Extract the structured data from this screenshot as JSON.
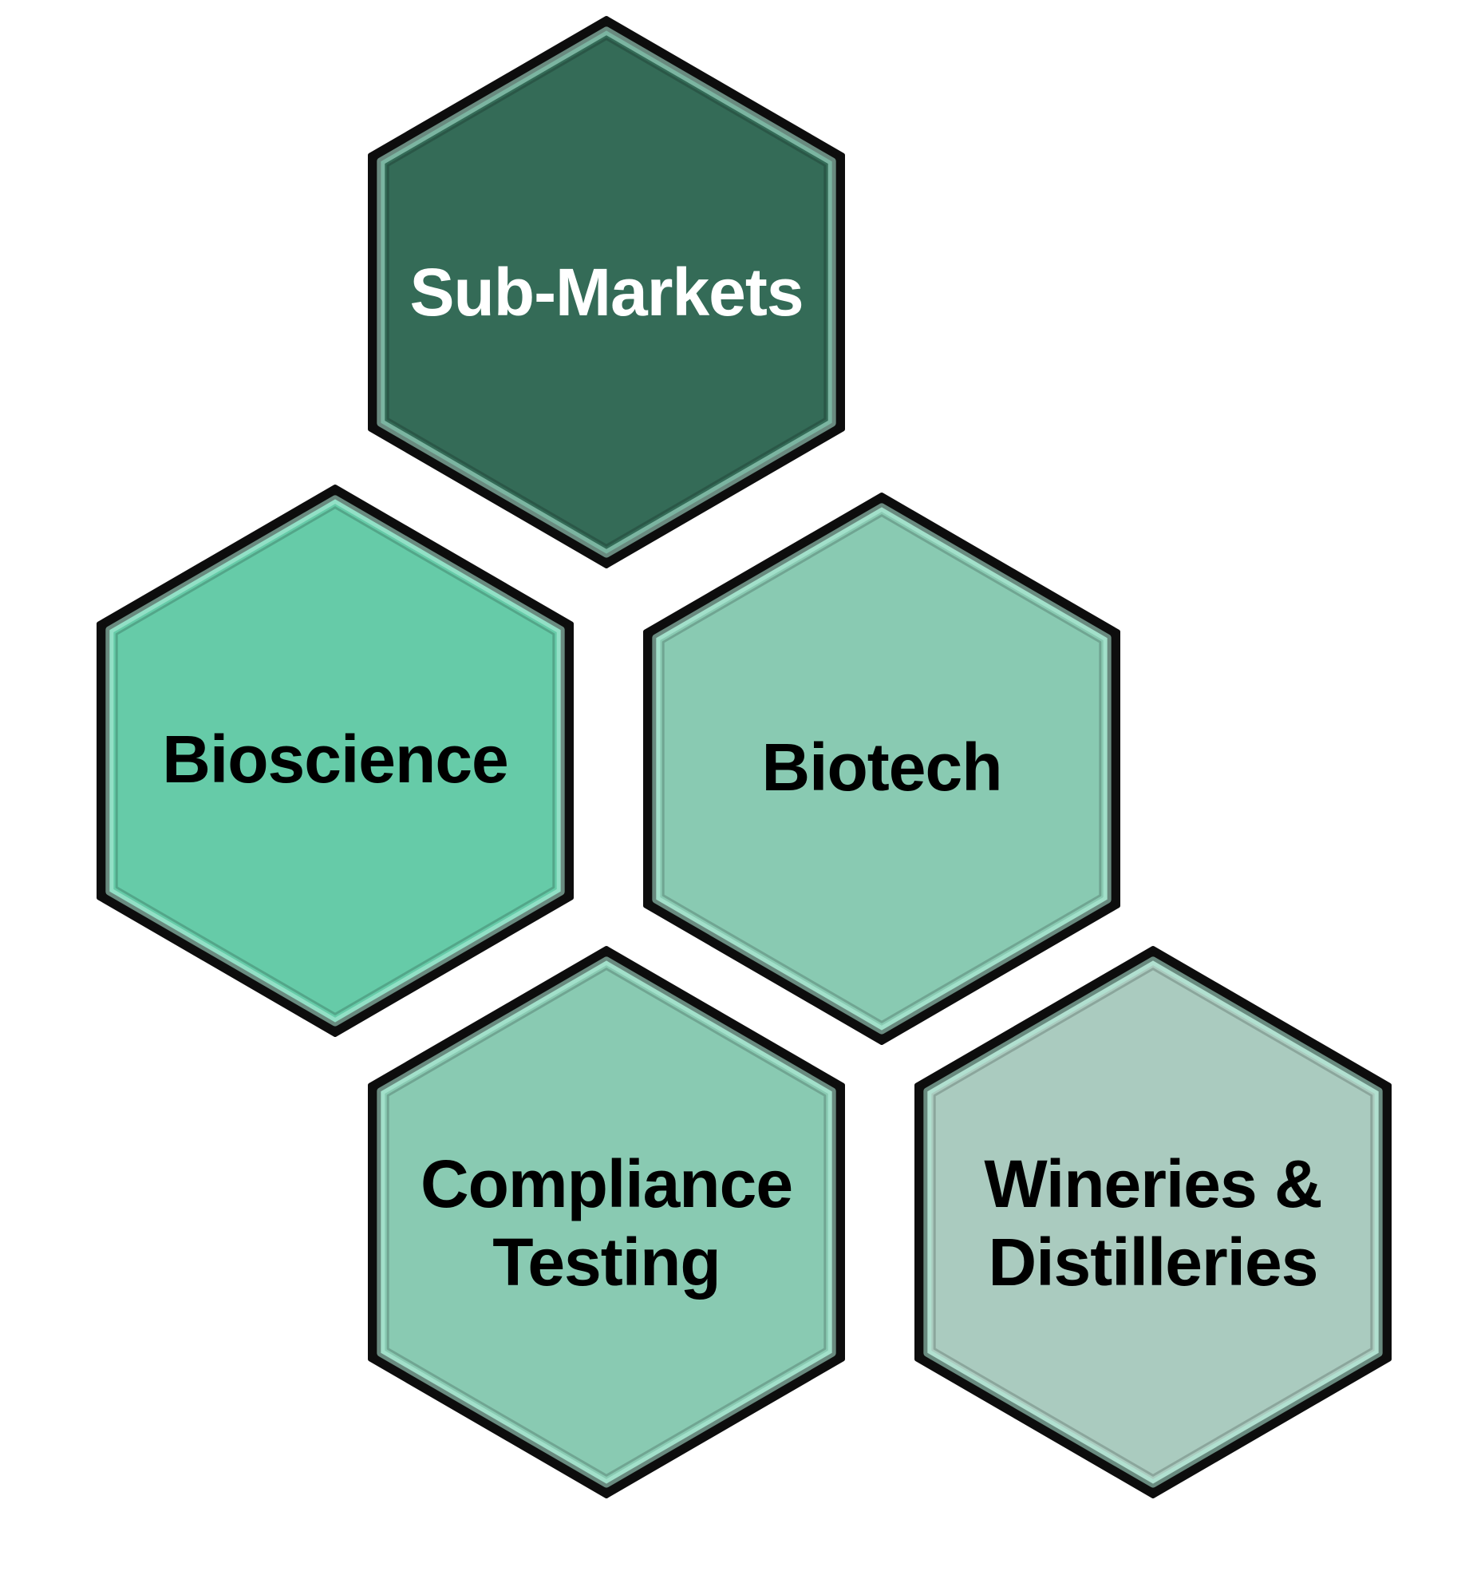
{
  "diagram": {
    "hexagons": [
      {
        "id": "sub-markets",
        "lines": [
          "Sub-Markets"
        ],
        "fill": "#346b57",
        "text_color": "#ffffff"
      },
      {
        "id": "bioscience",
        "lines": [
          "Bioscience"
        ],
        "fill": "#66cba8",
        "text_color": "#000000"
      },
      {
        "id": "biotech",
        "lines": [
          "Biotech"
        ],
        "fill": "#89cab2",
        "text_color": "#000000"
      },
      {
        "id": "compliance-testing",
        "lines": [
          "Compliance",
          "Testing"
        ],
        "fill": "#89cab2",
        "text_color": "#000000"
      },
      {
        "id": "wineries-distilleries",
        "lines": [
          "Wineries &",
          "Distilleries"
        ],
        "fill": "#aacbbf",
        "text_color": "#000000"
      }
    ],
    "outline_color": "#0d0d0d",
    "highlight_color": "#b6f2de"
  }
}
